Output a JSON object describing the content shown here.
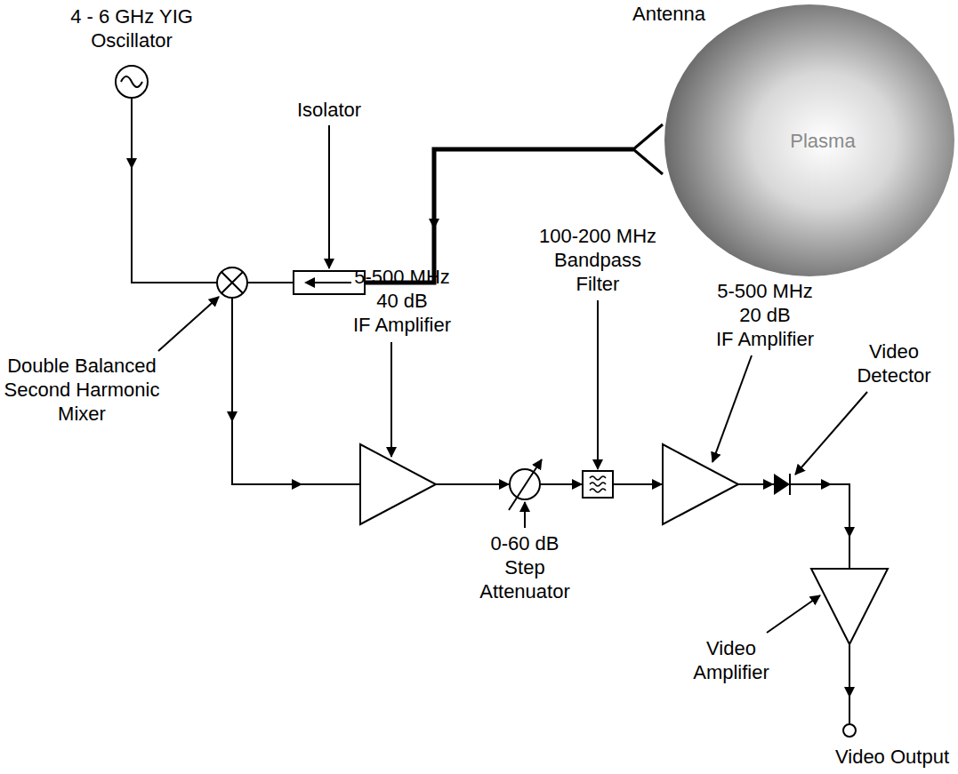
{
  "diagram": {
    "nodes": [
      {
        "text": [
          "Plasma"
        ]
      }
    ],
    "labels": [
      "4 - 6 GHz YIG Oscillator",
      "Antenna",
      "Isolator",
      "Double Balanced Second Harmonic Mixer",
      "5-500 MHz 40 dB IF Amplifier",
      "100-200 MHz Bandpass Filter",
      "5-500 MHz 20 dB IF Amplifier",
      "Video Detector",
      "0-60 dB Step Attenuator",
      "Video Amplifier",
      "Video Output"
    ]
  }
}
